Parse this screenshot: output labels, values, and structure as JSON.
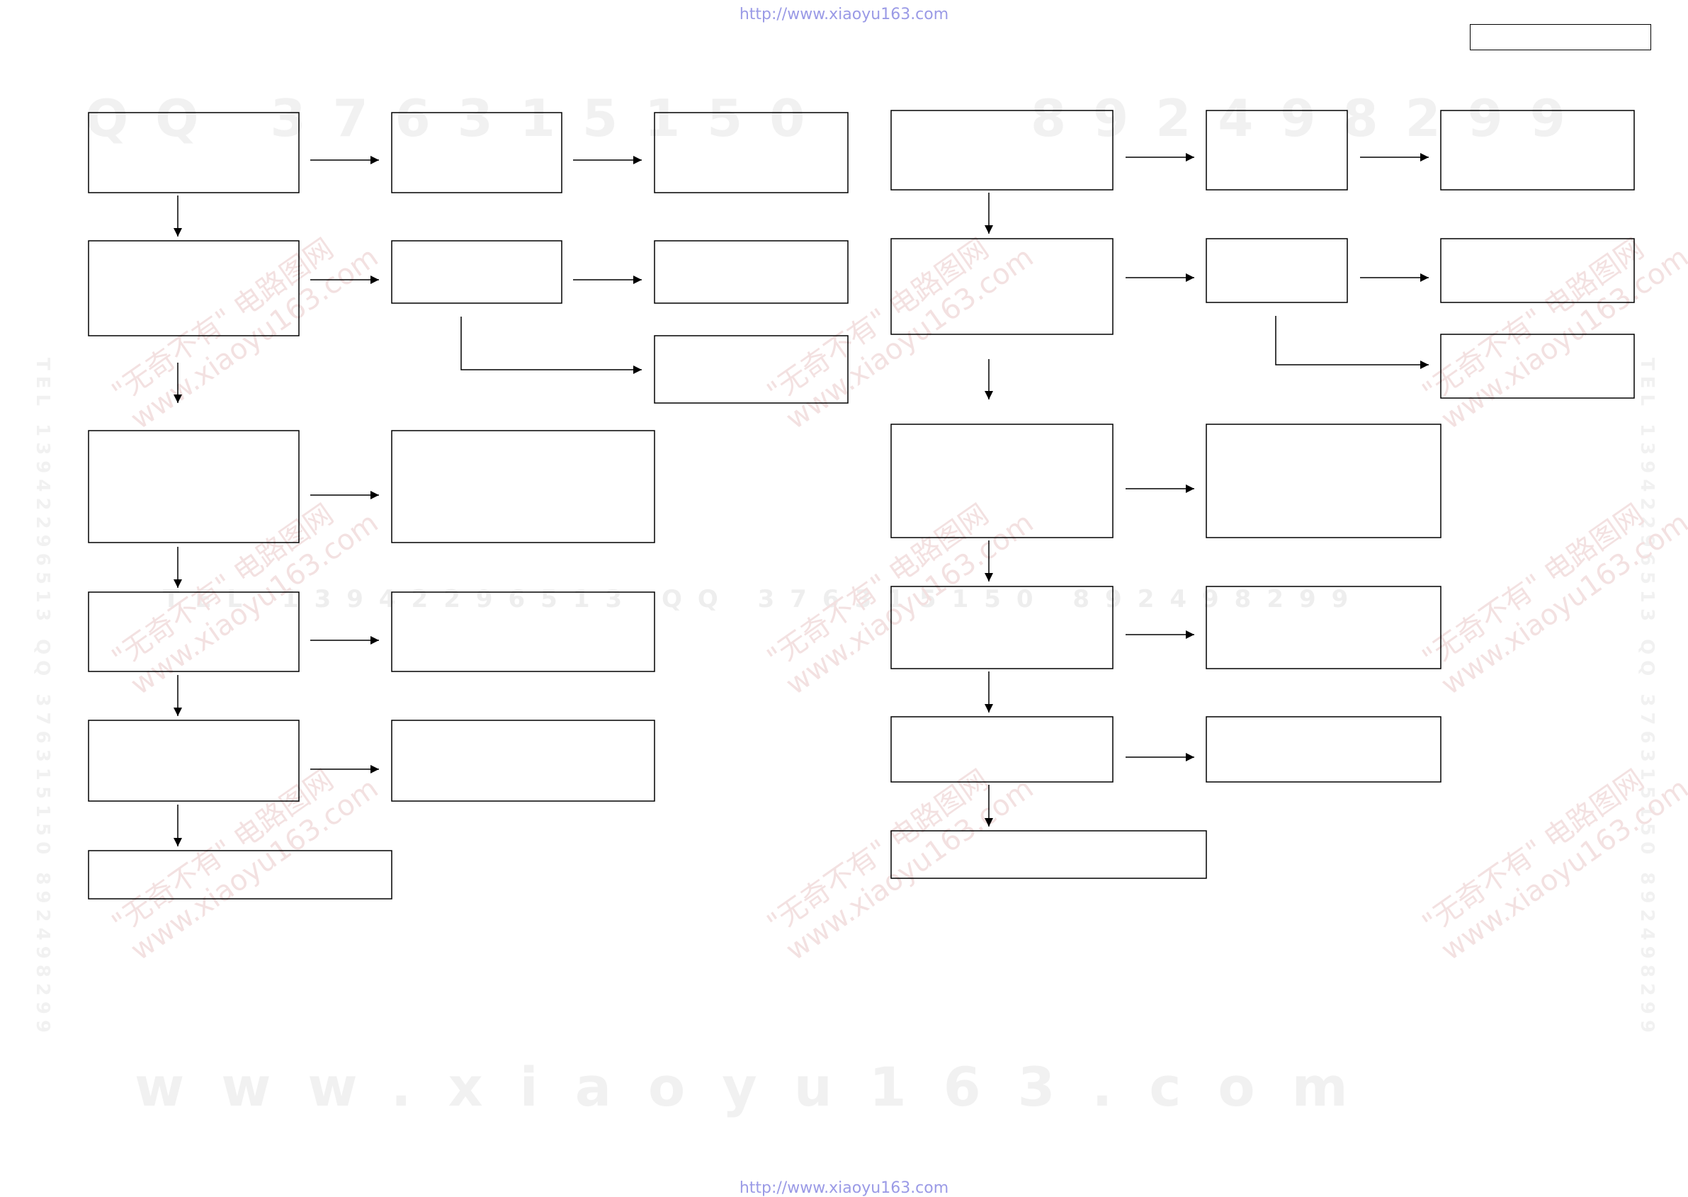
{
  "header": {
    "url": "http://www.xiaoyu163.com"
  },
  "footer": {
    "url": "http://www.xiaoyu163.com"
  },
  "watermarks": {
    "qq_left": "QQ 376315150",
    "qq_right": "892498299",
    "middle": "TEL 13942296513 QQ 376315150 892498299",
    "www": "www.xiaoyu163.com",
    "tel_vertical": "TEL 13942296513 QQ 376315150 892498299",
    "diagonal_cn": "\"无奇不有\" 电路图网",
    "diagonal_url": "www.xiaoyu163.com"
  },
  "colors": {
    "line": "#000000",
    "url": "#9a9ae6",
    "watermark": "#f1f1f1"
  }
}
